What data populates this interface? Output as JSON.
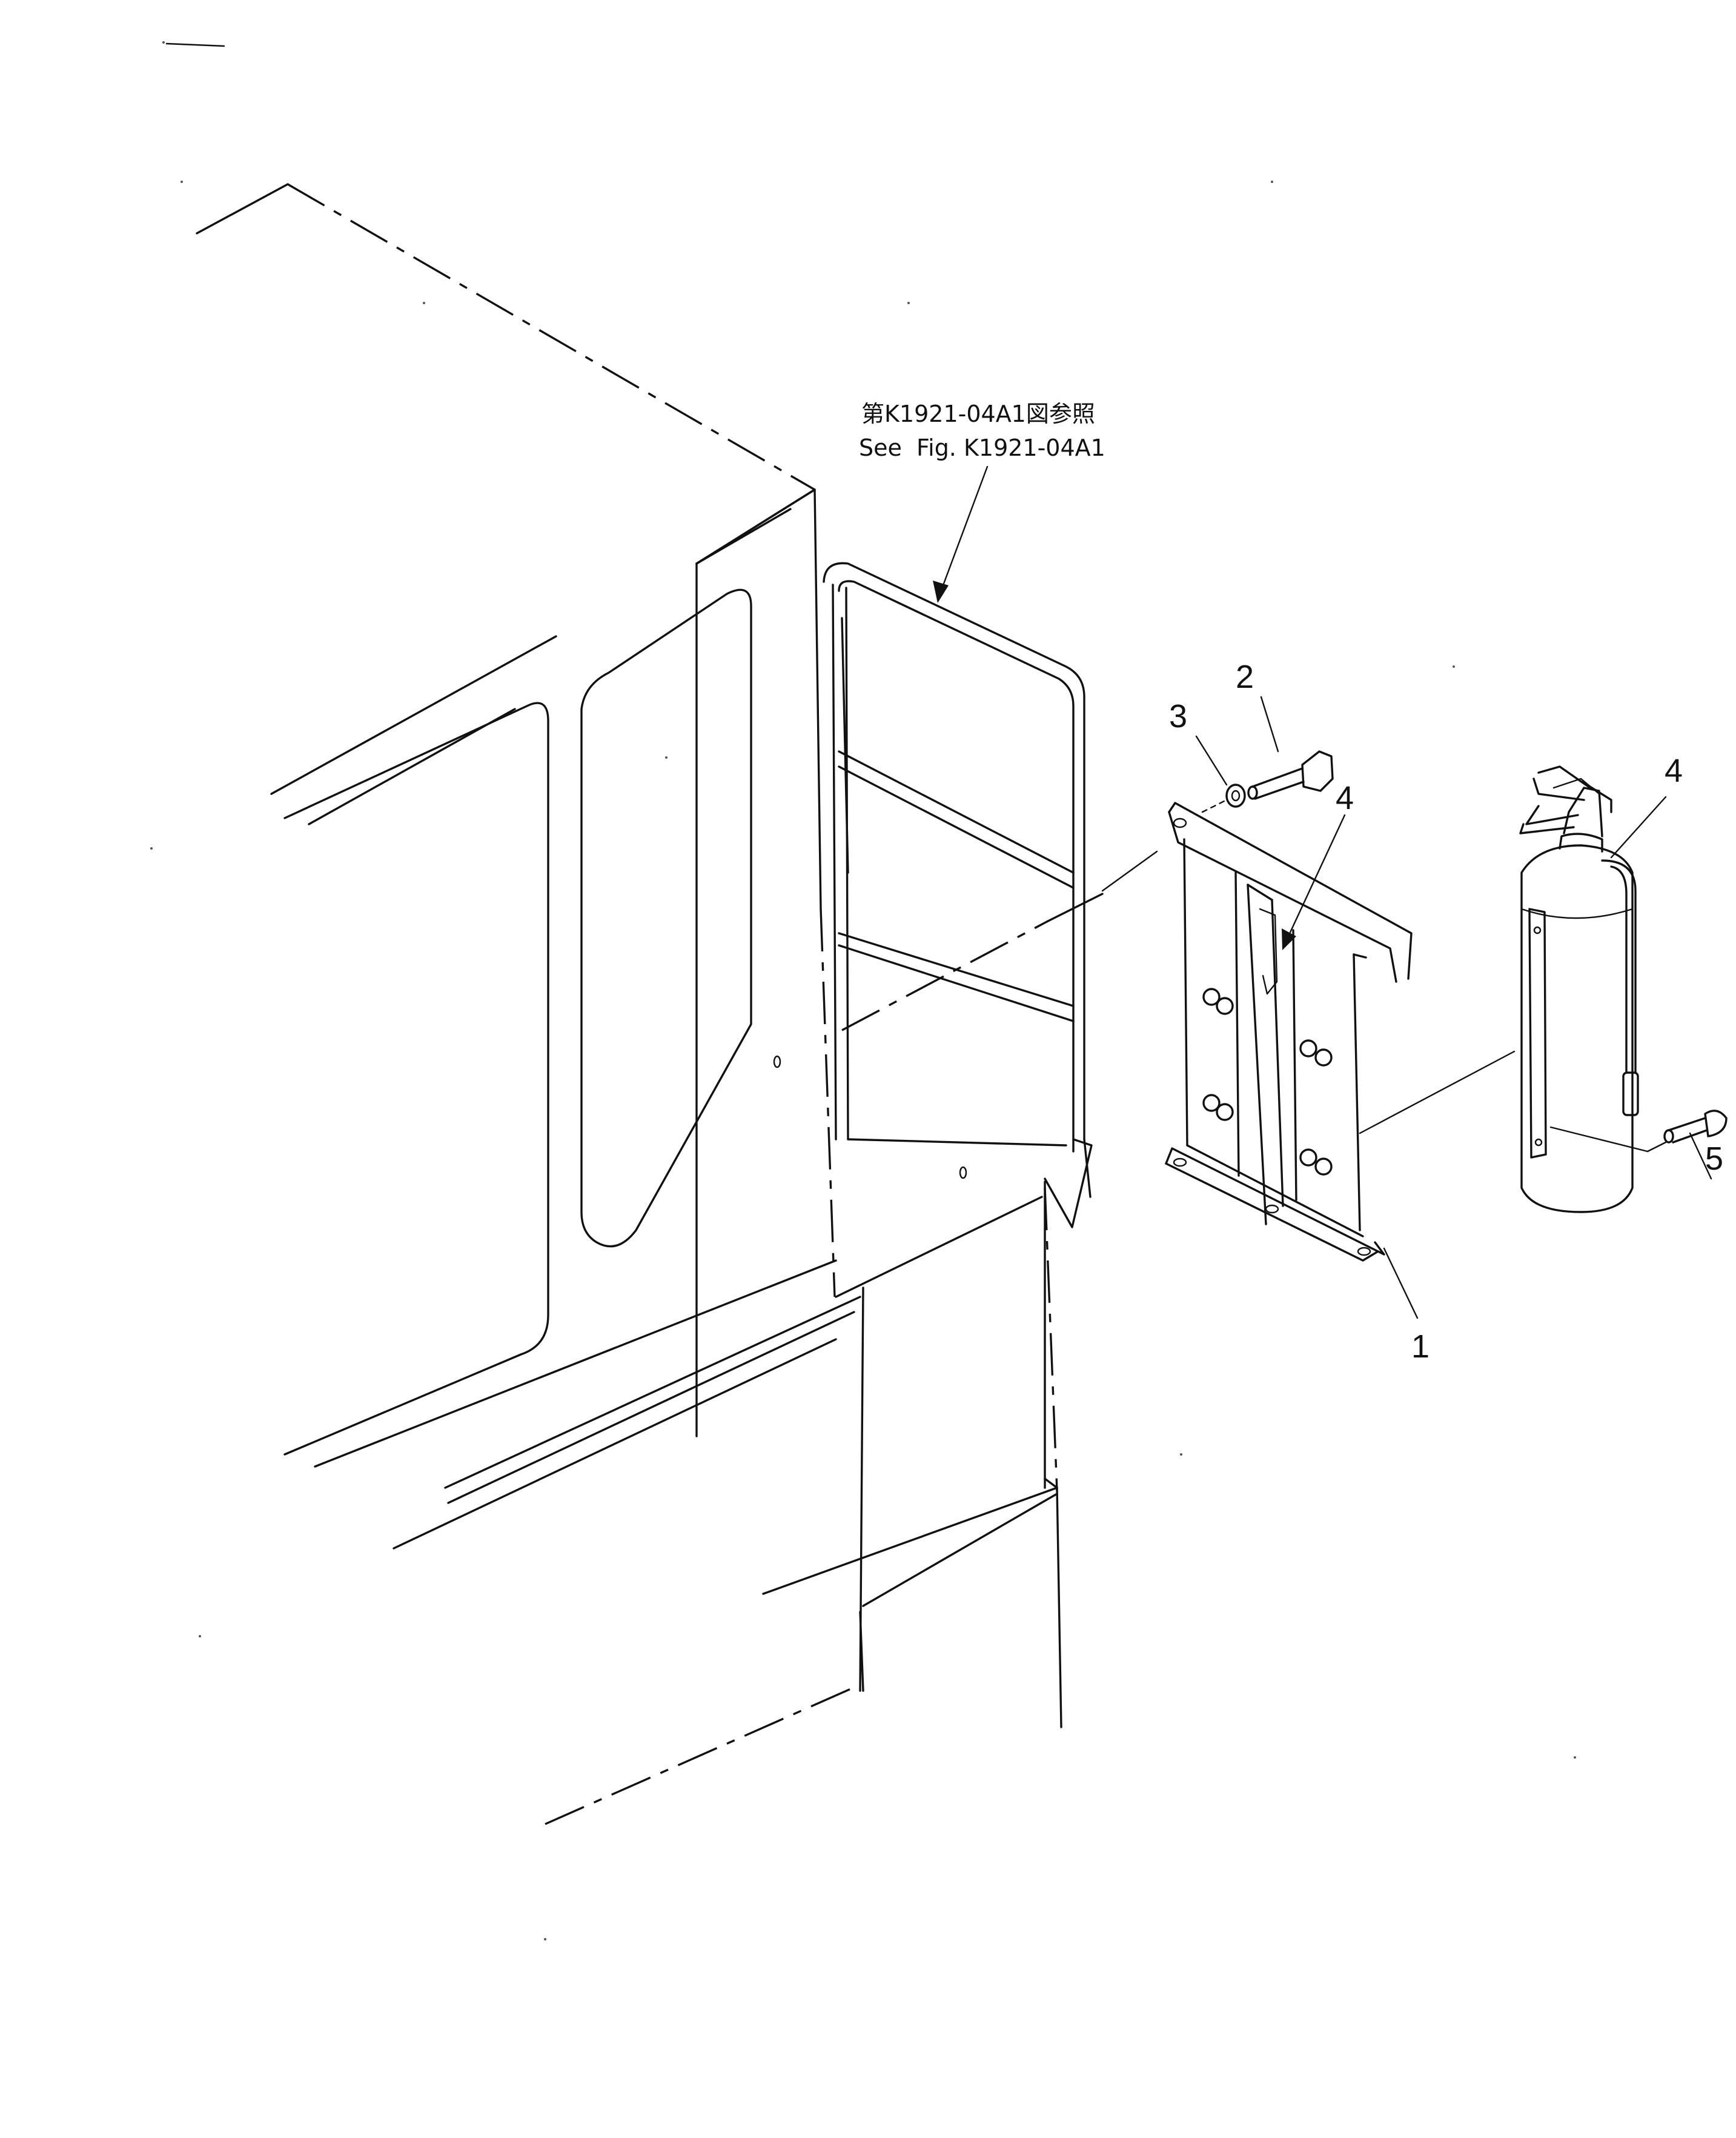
{
  "reference_note": {
    "line_ja": "第K1921-04A1図参照",
    "line_en": "See  Fig. K1921-04A1"
  },
  "callouts": [
    {
      "id": "part-1",
      "label": "1"
    },
    {
      "id": "part-2",
      "label": "2"
    },
    {
      "id": "part-3",
      "label": "3"
    },
    {
      "id": "part-4-bracket",
      "label": "4"
    },
    {
      "id": "part-4-extinguisher",
      "label": "4"
    },
    {
      "id": "part-5",
      "label": "5"
    }
  ],
  "colors": {
    "line": "#111111",
    "background": "#ffffff"
  }
}
